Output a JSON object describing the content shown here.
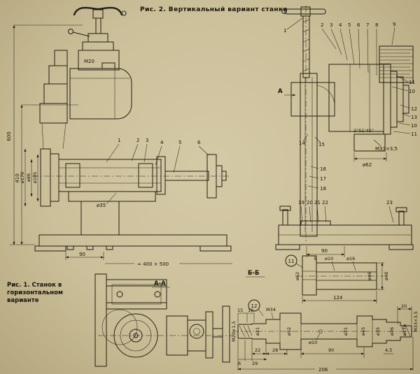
{
  "colors": {
    "paper": "#cdc29c",
    "ink": "#221e14"
  },
  "fig2": {
    "caption": "Рис. 2. Вертикальный вариант станка",
    "front": {
      "thread_m20": "М20",
      "dim_600": "600",
      "dim_410": "410",
      "dim_d170": "ø170",
      "dim_d86": "ø86",
      "dim_d105": "ø105",
      "dim_d35": "ø35",
      "dim_90": "90",
      "footprint": "≈ 400 × 500",
      "callouts": [
        "1",
        "2",
        "3",
        "4",
        "5",
        "6"
      ]
    },
    "side": {
      "callout_1": "1",
      "callouts_top": [
        "2",
        "3",
        "4",
        "5",
        "6",
        "7",
        "8"
      ],
      "callout_9": "9",
      "callout_11a": "11",
      "callout_10a": "10",
      "callout_12": "12",
      "callout_13": "13",
      "callout_10b": "10",
      "callout_11b": "11",
      "angle": "2°51'41\"",
      "thread_m33": "М33×3,5",
      "dim_d62": "ø62",
      "callout_14": "14",
      "callout_15": "15",
      "callout_16": "16",
      "callout_17": "17",
      "callout_18": "18",
      "callouts_base": [
        "19",
        "20",
        "21",
        "22"
      ],
      "callout_23": "23",
      "dim_90": "90",
      "section_mark": "А"
    }
  },
  "fig1": {
    "caption_line1": "Рис. 1. Станок в",
    "caption_line2": "горизонтальном",
    "caption_line3": "варианте",
    "section_aa": "А-А"
  },
  "details": {
    "section_bb": "Б-Б",
    "bubble_11": "11",
    "bubble_12": "12",
    "part11": {
      "dim_5": "5",
      "dim_d10": "ø10",
      "dim_d16": "ø16",
      "dim_d62": "ø62",
      "dim_d46": "ø46",
      "dim_d48": "ø48",
      "dim_124": "124"
    },
    "part12": {
      "dim_15": "15",
      "dim_10": "10",
      "thread_left": "М20×1,5",
      "thread_m34": "М34",
      "dim_d21a": "ø21",
      "dim_d52": "ø52",
      "dim_d10": "ø10",
      "dim_d21b": "ø21",
      "dim_d45": "ø45",
      "dim_d35": "ø35",
      "dim_d26": "ø26",
      "dim_d17": "ø17А",
      "thread_right": "М33×3,5",
      "dim_20": "20",
      "dim_22": "22",
      "dim_28": "28",
      "dim_90": "90",
      "dim_45": "4,5",
      "dim_6": "6",
      "dim_29": "29",
      "dim_206": "206"
    }
  }
}
